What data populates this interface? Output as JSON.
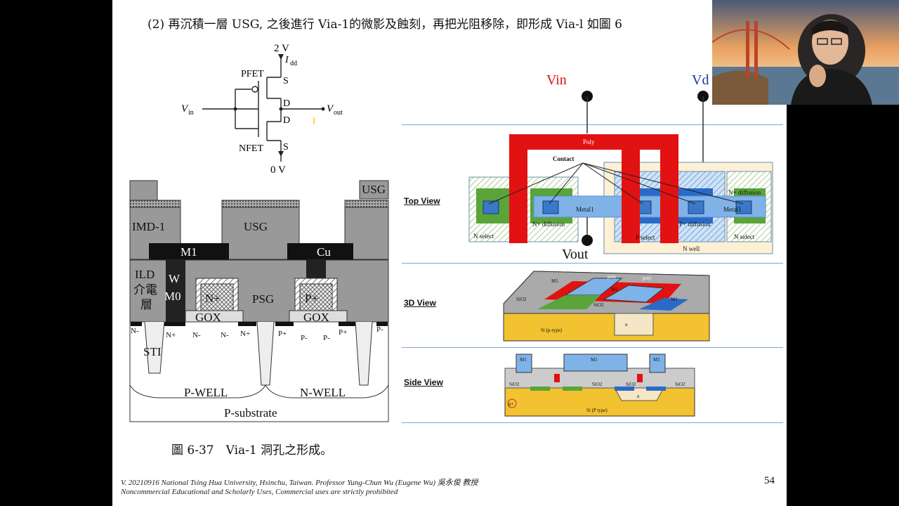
{
  "slide": {
    "caption_top": "(2) 再沉積一層 USG, 之後進行 Via-1的微影及蝕刻，再把光阻移除，即形成 Via-l 如圖 6",
    "figure_caption": "圖 6-37　Via-1 洞孔之形成。",
    "page_number": "54",
    "footer_line1": "V. 20210916 National Tsing Hua University, Hsinchu, Taiwan. Professor Yung-Chun Wu (Eugene Wu) 吳永俊 教授",
    "footer_line2": "Noncommercial Educational and Scholarly Uses, Commercial uses are strictly prohibited"
  },
  "circuit": {
    "vdd": "2 V",
    "idd": "I",
    "idd_sub": "dd",
    "pfet": "PFET",
    "nfet": "NFET",
    "s_top": "S",
    "d_top": "D",
    "d_bottom": "D",
    "s_bottom": "S",
    "vin": "V",
    "vin_sub": "in",
    "vout": "V",
    "vout_sub": "out",
    "gnd": "0 V"
  },
  "cross_section": {
    "usg_top": "USG",
    "imd": "IMD-1",
    "usg_mid": "USG",
    "m1": "M1",
    "cu": "Cu",
    "ild": "ILD",
    "ild_cn1": "介電",
    "ild_cn2": "層",
    "w": "W",
    "m0": "M0",
    "nplus_gate": "N+",
    "pplus_gate": "P+",
    "psg": "PSG",
    "gox1": "GOX",
    "gox2": "GOX",
    "n_minus_left": "N-",
    "n_plus_1": "N+",
    "n_minus_1": "N-",
    "n_minus_2": "N-",
    "n_plus_2": "N+",
    "p_plus_1": "P+",
    "p_minus_1": "P-",
    "p_minus_2": "P-",
    "p_plus_2": "P+",
    "p_minus_right": "P-",
    "sti": "STI",
    "p_well": "P-WELL",
    "n_well": "N-WELL",
    "p_substrate": "P-substrate"
  },
  "layout_views": {
    "vin": "Vin",
    "vdd": "Vd",
    "vout": "Vout",
    "top_view": "Top View",
    "view_3d": "3D View",
    "side_view": "Side View",
    "poly": "Poly",
    "contact": "Contact",
    "metal1_left": "Metal1",
    "metal1_right": "Metal1",
    "n_diffusion_left": "N+ diffusion",
    "n_diffusion_right": "N+ diffusion",
    "p_diffusion": "P+ diffusion",
    "n_select_left": "N select",
    "n_select_right": "N select",
    "p_select": "P select",
    "n_well": "N well",
    "sio2_3d": "SiO2",
    "m1_3d_a": "M1",
    "m1_3d_b": "M1",
    "m1_3d_c": "M1",
    "poly_3d_a": "poly",
    "poly_3d_b": "poly",
    "sio2_3d_b": "SiO2",
    "n_3d": "n",
    "si_p_3d": "Si (p-type)",
    "m1_side_a": "M1",
    "m1_side_b": "M1",
    "m1_side_c": "M1",
    "sio2_side_a": "SiO2",
    "sio2_side_b": "SiO2",
    "sio2_side_c": "SiO2",
    "sio2_side_d": "SiO2",
    "n_side": "n",
    "p_plus_side": "p+",
    "si_p_side": "Si (P type)"
  }
}
